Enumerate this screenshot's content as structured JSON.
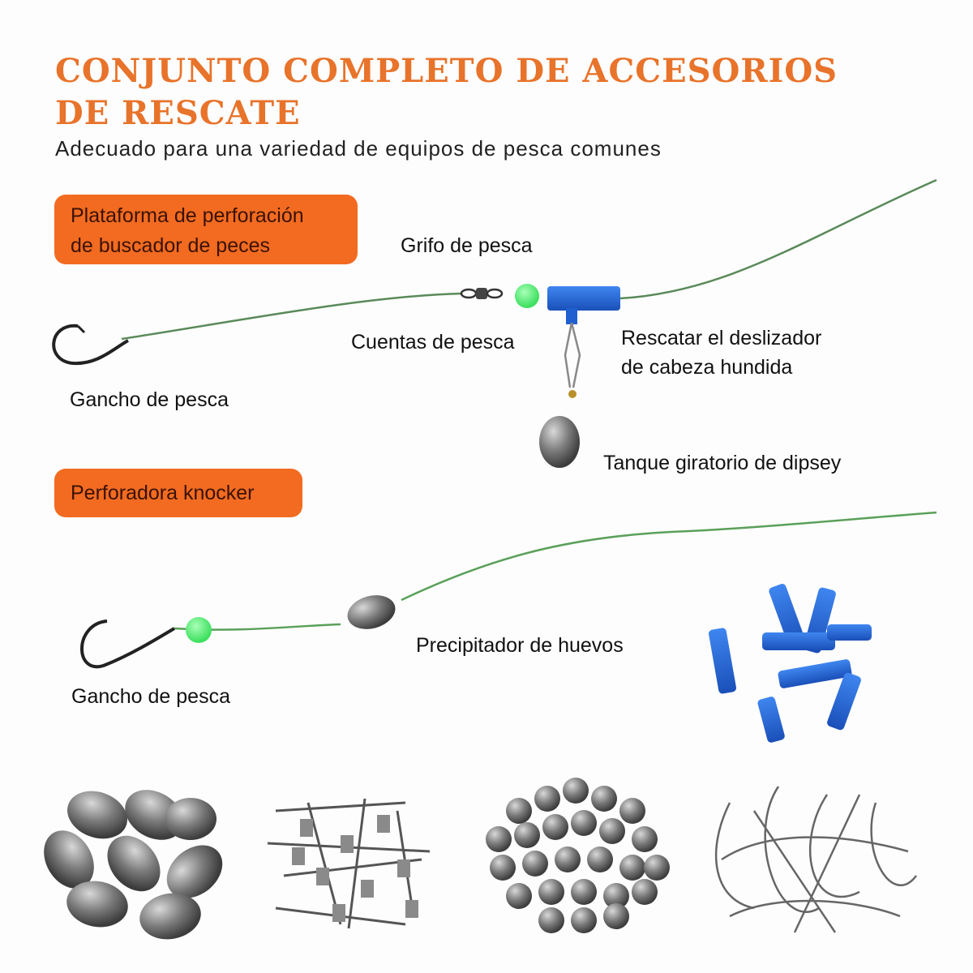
{
  "header": {
    "title_line1": "CONJUNTO COMPLETO DE ACCESORIOS",
    "title_line2": "DE RESCATE",
    "subtitle": "Adecuado para una variedad de equipos de pesca comunes",
    "accent_color": "#e8732a"
  },
  "rig1": {
    "tag_line1": "Plataforma de perforación",
    "tag_line2": "de buscador de peces",
    "labels": {
      "swivel": "Grifo de pesca",
      "beads": "Cuentas de pesca",
      "slider_line1": "Rescatar el deslizador",
      "slider_line2": "de cabeza hundida",
      "hook": "Gancho de pesca",
      "sinker": "Tanque giratorio de dipsey"
    }
  },
  "rig2": {
    "tag": "Perforadora knocker",
    "labels": {
      "egg_sinker": "Precipitador de huevos",
      "hook": "Gancho de pesca"
    }
  },
  "products": [
    {
      "name": "egg-sinkers",
      "icon": "egg-sinker-pile"
    },
    {
      "name": "swivels",
      "icon": "swivel-pile"
    },
    {
      "name": "split-shots",
      "icon": "split-shot-pile"
    },
    {
      "name": "hooks",
      "icon": "hook-pile"
    }
  ],
  "colors": {
    "tag_bg": "#f26b21",
    "line_green": "#5a9a5a",
    "bead_green": "#5ef07a",
    "slider_blue": "#1f5fd0",
    "lead_gray": "#707070"
  }
}
